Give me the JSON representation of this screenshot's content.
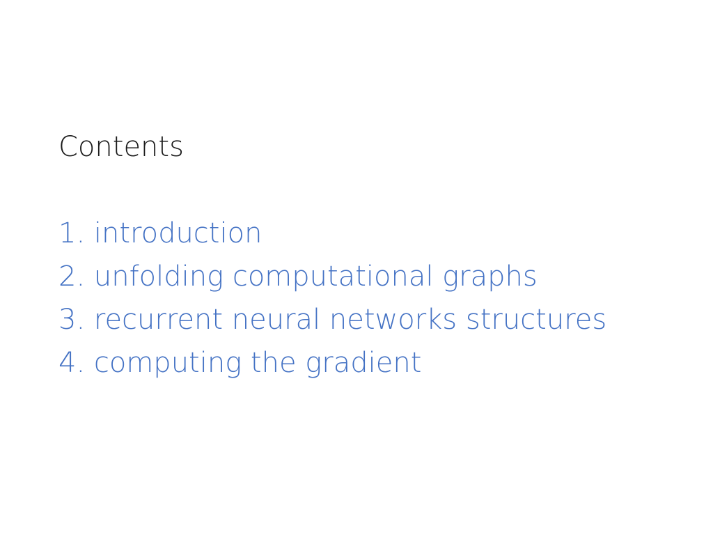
{
  "slide": {
    "title": "Contents",
    "items": [
      "1. introduction",
      "2. unfolding computational graphs",
      "3. recurrent neural networks structures",
      "4. computing the gradient"
    ],
    "colors": {
      "title": "#1a1a1a",
      "items": "#4472c4",
      "background": "#ffffff"
    }
  }
}
